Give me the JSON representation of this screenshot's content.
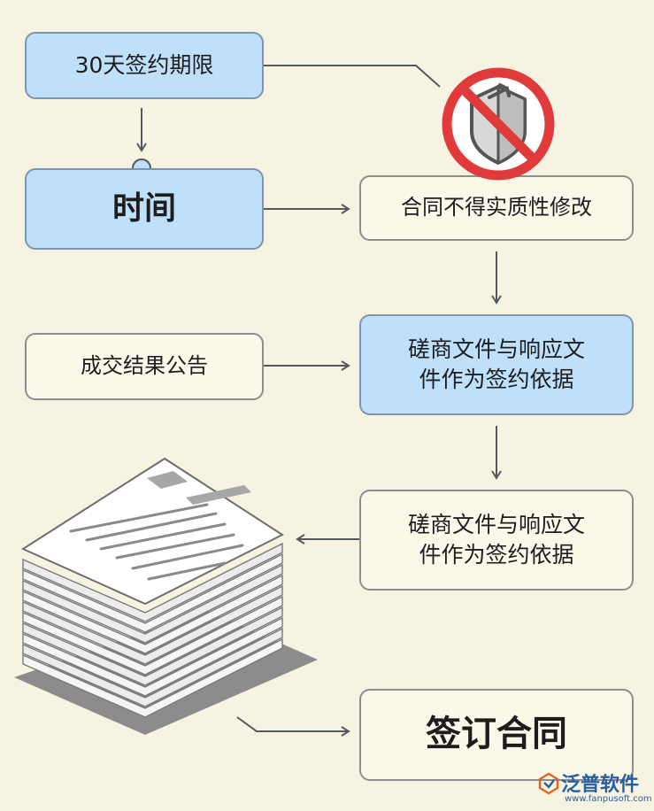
{
  "diagram": {
    "deadline": "30天签约期限",
    "time": "时间",
    "no_modification": "合同不得实质性修改",
    "announcement": "成交结果公告",
    "basis_1": [
      "磋商文件与响应文",
      "件作为签约依据"
    ],
    "basis_2": [
      "磋商文件与响应文",
      "件作为签约依据"
    ],
    "sign_contract": "签订合同"
  },
  "watermark": {
    "name": "泛普软件",
    "url": "www.fanpusoft.com"
  },
  "colors": {
    "background": "#f7f3e3",
    "blue_box": "#bfe0fa",
    "cream_box": "#fbf8ea",
    "prohibition_red": "#e03a3a",
    "connector": "#55595e"
  },
  "icons": [
    "no-edit-icon",
    "document-stack-icon",
    "watermark-logo-icon"
  ]
}
